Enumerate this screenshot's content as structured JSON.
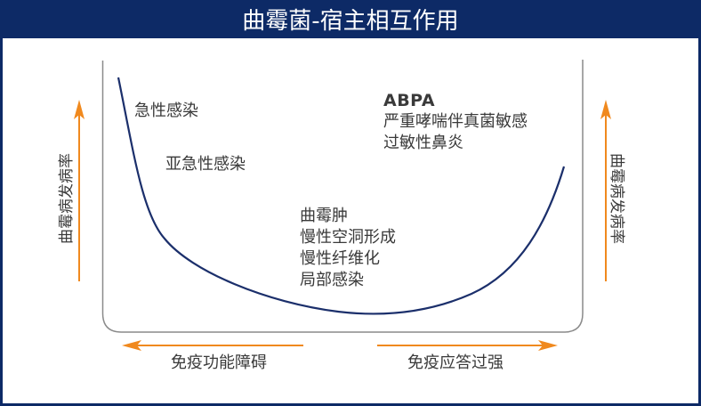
{
  "title": "曲霉菌-宿主相互作用",
  "axes": {
    "left_label": "曲霉病发病率",
    "right_label": "曲霉病发病率",
    "bottom_left_label": "免疫功能障碍",
    "bottom_right_label": "免疫应答过强"
  },
  "annotations": {
    "acute": "急性感染",
    "subacute": "亚急性感染",
    "middle": [
      "曲霉肿",
      "慢性空洞形成",
      "慢性纤维化",
      "局部感染"
    ],
    "right_title": "ABPA",
    "right_lines": [
      "严重哮喘伴真菌敏感",
      "过敏性鼻炎"
    ]
  },
  "colors": {
    "header_bg": "#0d2a66",
    "curve": "#1b2f6b",
    "arrow": "#f0891e",
    "frame_line": "#8a8a8a",
    "text": "#3a3a3a"
  },
  "curve": {
    "shape": "U-shaped damage-response curve",
    "description": "Incidence of aspergillosis is high at both extremes of host immune response (immune deficiency vs. hyper-response) and lowest in the middle"
  }
}
